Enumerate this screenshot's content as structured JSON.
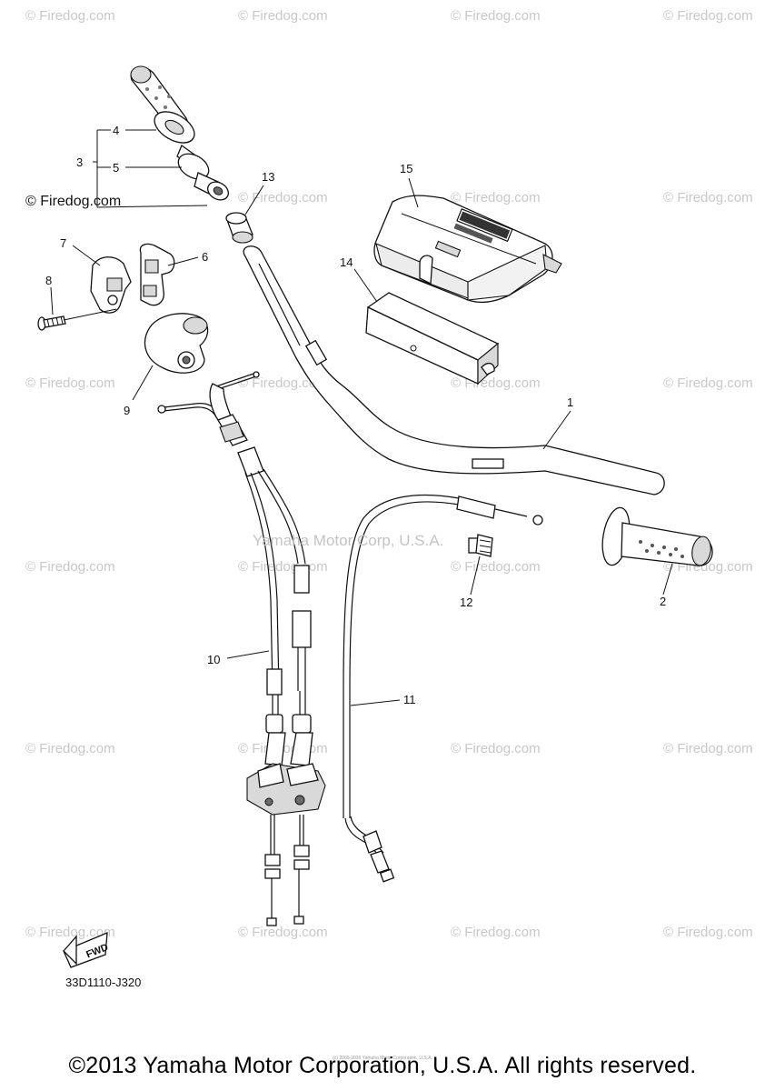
{
  "watermark": {
    "text": "© Firedog.com",
    "color": "#c8c8c8"
  },
  "featured_watermark": "© Firedog.com",
  "center_watermark": "Yamaha Motor Corp, U.S.A.",
  "diagram_code": "33D1110-J320",
  "fwd_label": "FWD",
  "fine_print": "(c) 2005-2016 Yamaha Motor Corporation, U.S.A.",
  "copyright": "©2013 Yamaha Motor Corporation, U.S.A. All rights reserved.",
  "callouts": {
    "c1": "1",
    "c2": "2",
    "c3": "3",
    "c4": "4",
    "c5": "5",
    "c6": "6",
    "c7": "7",
    "c8": "8",
    "c9": "9",
    "c10": "10",
    "c11": "11",
    "c12": "12",
    "c13": "13",
    "c14": "14",
    "c15": "15"
  }
}
